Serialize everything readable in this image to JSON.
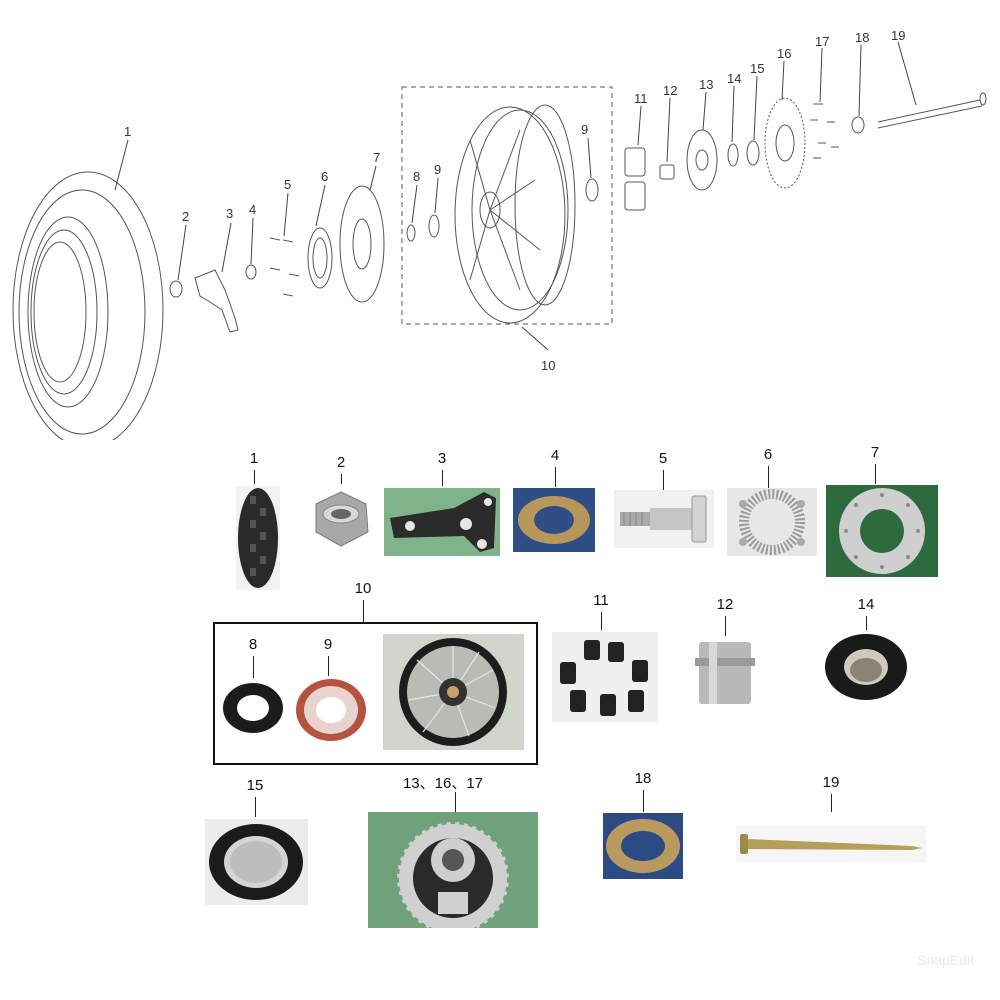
{
  "diagram": {
    "callouts": [
      "1",
      "2",
      "3",
      "4",
      "5",
      "6",
      "7",
      "8",
      "9",
      "9",
      "10",
      "11",
      "12",
      "13",
      "14",
      "15",
      "16",
      "17",
      "18",
      "19"
    ]
  },
  "photos": {
    "row1": [
      "1",
      "2",
      "3",
      "4",
      "5",
      "6",
      "7"
    ],
    "group_label": "10",
    "group_items": [
      "8",
      "9"
    ],
    "row2": [
      "11",
      "12",
      "14"
    ],
    "row3": [
      "15",
      "13、16、17",
      "18",
      "19"
    ]
  },
  "watermark": "SnapEdit"
}
